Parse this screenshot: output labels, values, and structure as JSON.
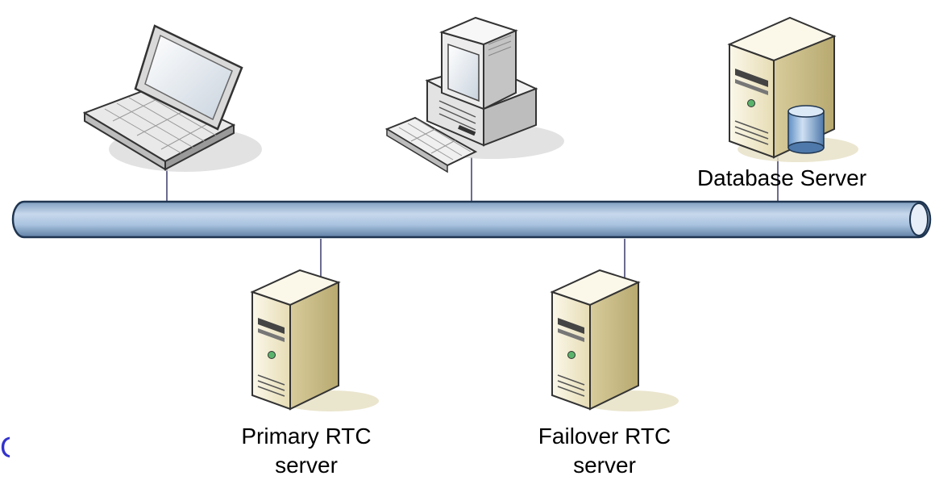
{
  "diagram": {
    "nodes": {
      "laptop": {
        "icon": "laptop-icon",
        "label": ""
      },
      "desktop": {
        "icon": "desktop-computer-icon",
        "label": ""
      },
      "database_server": {
        "icon": "database-server-icon",
        "label": "Database Server"
      },
      "primary_rtc": {
        "icon": "server-tower-icon",
        "label_line1": "Primary RTC",
        "label_line2": "server"
      },
      "failover_rtc": {
        "icon": "server-tower-icon",
        "label_line1": "Failover RTC",
        "label_line2": "server"
      }
    },
    "network_bus": {
      "icon": "network-backbone-pipe"
    },
    "edge_fragment": "C",
    "colors": {
      "pipe": "#a9c3e0",
      "pipe_outline": "#1f3550",
      "connector": "#3a3a6a",
      "server_body": "#f3ecd0",
      "edge_fragment": "#3333cc"
    }
  }
}
